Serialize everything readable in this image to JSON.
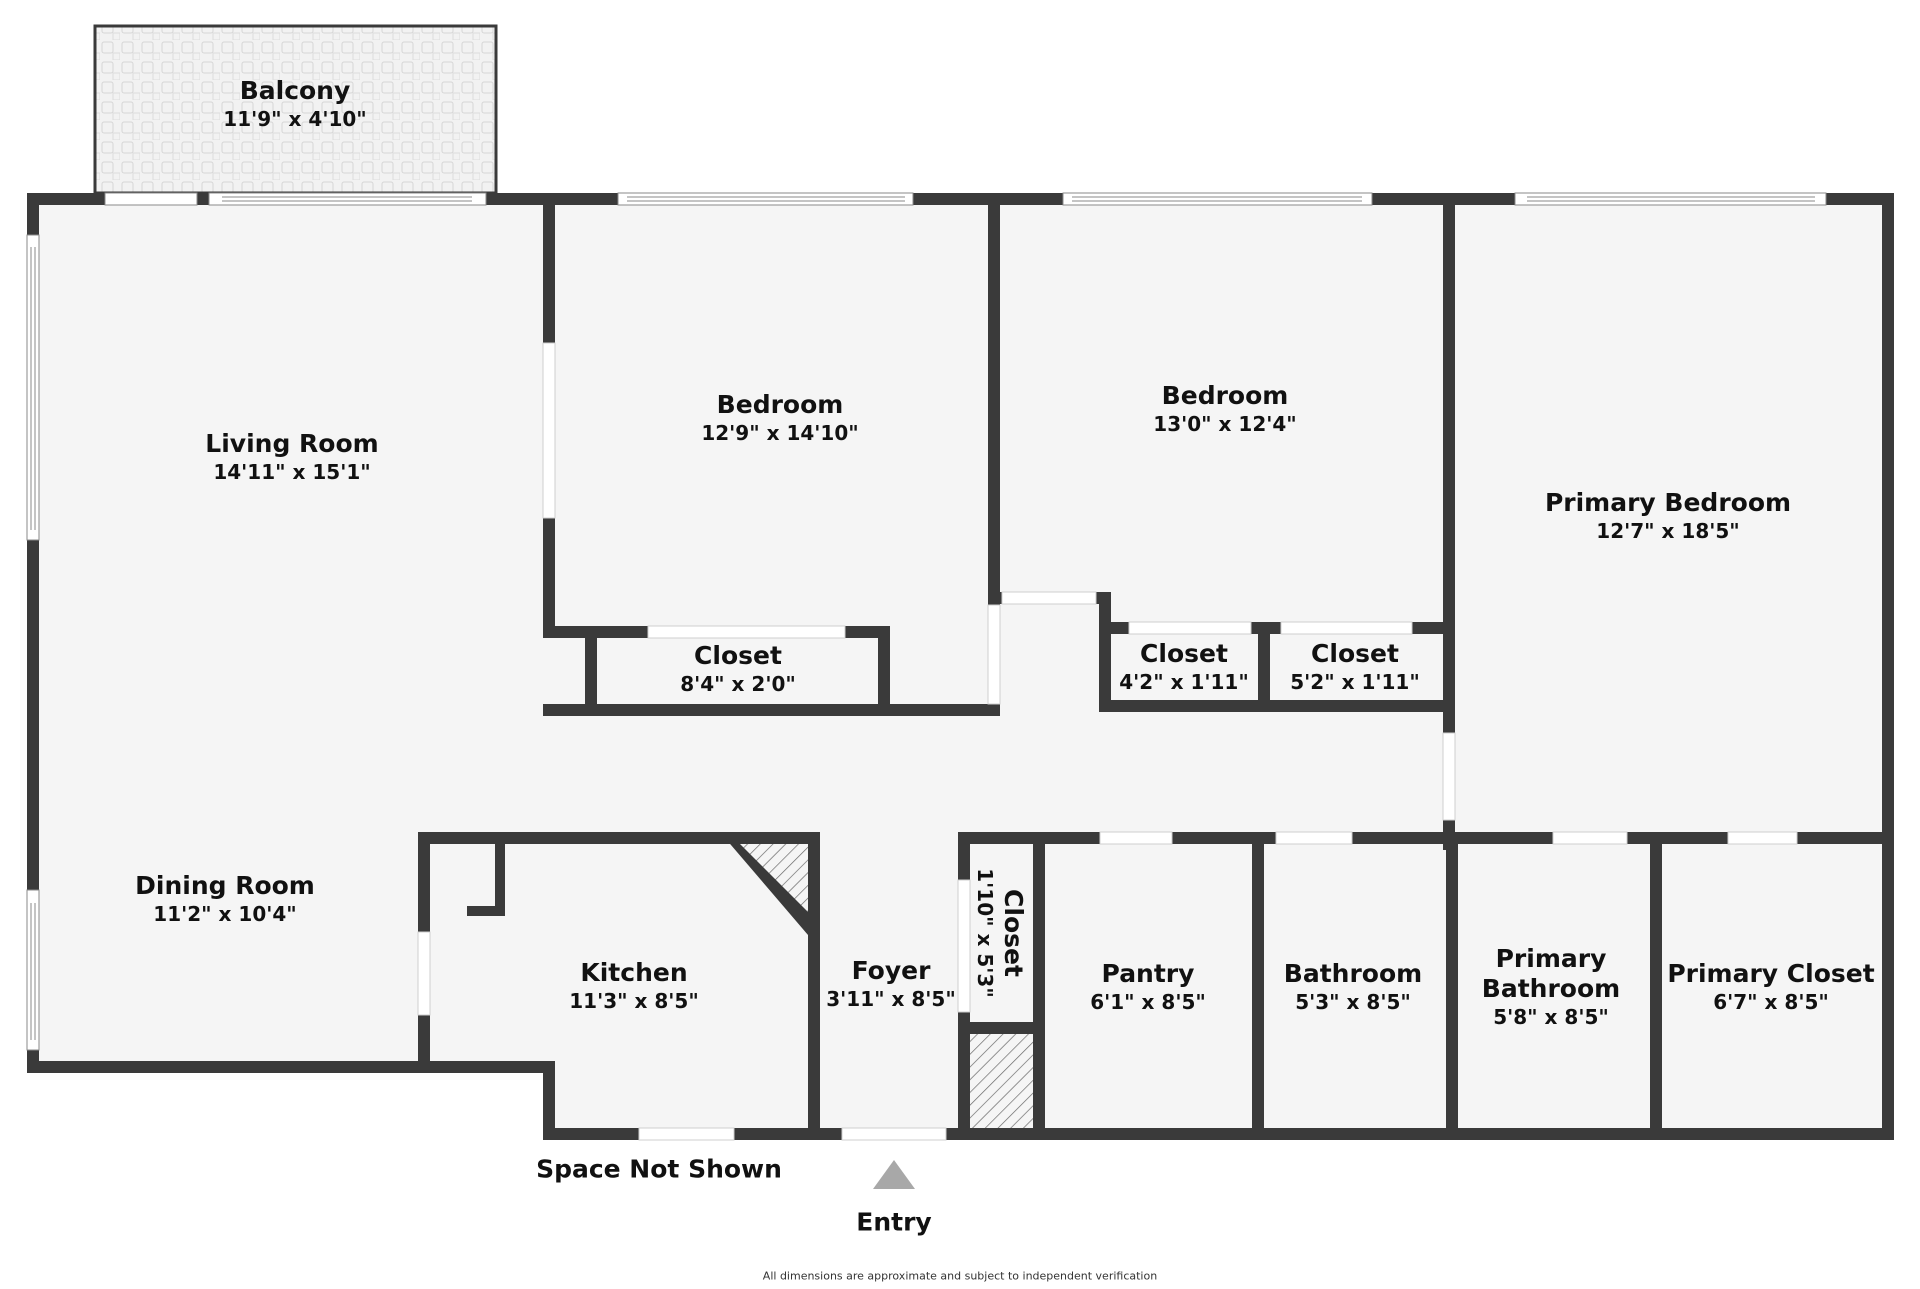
{
  "plan": {
    "colors": {
      "wall": "#3a3a3a",
      "floor": "#f5f5f5",
      "background": "#ffffff",
      "hatch": "#6a6a6a",
      "entry_arrow": "#a8a8a8"
    },
    "rooms": [
      {
        "id": "balcony",
        "name": "Balcony",
        "dimensions": "11'9\" x 4'10\""
      },
      {
        "id": "living-room",
        "name": "Living Room",
        "dimensions": "14'11\" x 15'1\""
      },
      {
        "id": "bedroom-1",
        "name": "Bedroom",
        "dimensions": "12'9\" x 14'10\""
      },
      {
        "id": "bedroom-2",
        "name": "Bedroom",
        "dimensions": "13'0\" x 12'4\""
      },
      {
        "id": "primary-bedroom",
        "name": "Primary Bedroom",
        "dimensions": "12'7\" x 18'5\""
      },
      {
        "id": "closet-1",
        "name": "Closet",
        "dimensions": "8'4\" x 2'0\""
      },
      {
        "id": "closet-2",
        "name": "Closet",
        "dimensions": "4'2\" x 1'11\""
      },
      {
        "id": "closet-3",
        "name": "Closet",
        "dimensions": "5'2\" x 1'11\""
      },
      {
        "id": "dining-room",
        "name": "Dining Room",
        "dimensions": "11'2\" x 10'4\""
      },
      {
        "id": "kitchen",
        "name": "Kitchen",
        "dimensions": "11'3\" x 8'5\""
      },
      {
        "id": "foyer",
        "name": "Foyer",
        "dimensions": "3'11\" x 8'5\""
      },
      {
        "id": "foyer-closet",
        "name": "Closet",
        "dimensions": "1'10\" x 5'3\""
      },
      {
        "id": "pantry",
        "name": "Pantry",
        "dimensions": "6'1\" x 8'5\""
      },
      {
        "id": "bathroom",
        "name": "Bathroom",
        "dimensions": "5'3\" x 8'5\""
      },
      {
        "id": "primary-bathroom",
        "name": "Primary Bathroom",
        "name_line1": "Primary",
        "name_line2": "Bathroom",
        "dimensions": "5'8\" x 8'5\""
      },
      {
        "id": "primary-closet",
        "name": "Primary Closet",
        "dimensions": "6'7\" x 8'5\""
      }
    ],
    "annotations": {
      "space_not_shown": "Space Not Shown",
      "entry": "Entry",
      "disclaimer": "All dimensions are approximate and subject to independent verification"
    }
  }
}
